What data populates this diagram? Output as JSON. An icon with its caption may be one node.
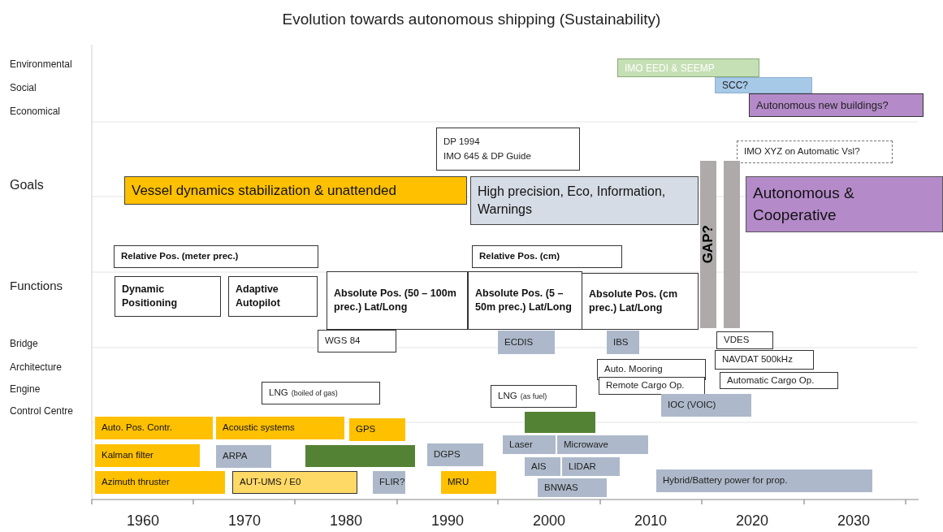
{
  "diagram": {
    "title": "Evolution towards autonomous shipping (Sustainability)",
    "nodes": [
      {
        "text": [
          "IMO EEDI & SEEMP"
        ]
      },
      {
        "text": [
          "SCC?"
        ]
      },
      {
        "text": [
          "Autonomous new buildings?"
        ]
      },
      {
        "text": [
          "DP 1994",
          "IMO 645 & DP Guide"
        ]
      },
      {
        "text": [
          "IMO XYZ on Automatic Vsl?"
        ]
      },
      {
        "text": [
          "Vessel dynamics stabilization & unattended"
        ]
      },
      {
        "text": [
          "High precision, Eco, Information, Warnings"
        ]
      },
      {
        "text": [
          "GAP?"
        ]
      },
      {
        "text": [],
        "shape": "bar"
      },
      {
        "text": [
          "Autonomous & Cooperative"
        ]
      },
      {
        "text": [
          "Relative Pos. (meter prec.)"
        ]
      },
      {
        "text": [
          "Relative Pos. (cm)"
        ]
      },
      {
        "text": [
          "Dynamic Positioning"
        ]
      },
      {
        "text": [
          "Adaptive Autopilot"
        ]
      },
      {
        "text": [
          "Absolute Pos. (50 – 100m prec.) Lat/Long"
        ]
      },
      {
        "text": [
          "Absolute Pos. (5 – 50m prec.) Lat/Long"
        ]
      },
      {
        "text": [
          "Absolute Pos. (cm prec.) Lat/Long"
        ]
      },
      {
        "text": [
          "WGS 84"
        ]
      },
      {
        "text": [
          "ECDIS"
        ]
      },
      {
        "text": [
          "IBS"
        ]
      },
      {
        "text": [
          "VDES"
        ]
      },
      {
        "text": [
          "NAVDAT 500kHz"
        ]
      },
      {
        "text": [
          "Auto. Mooring"
        ]
      },
      {
        "text": [
          "Automatic Cargo Op."
        ]
      },
      {
        "text": [
          "Remote Cargo Op."
        ]
      },
      {
        "text": [
          "LNG",
          "(boiled of gas)"
        ]
      },
      {
        "text": [
          "LNG",
          "(as fuel)"
        ]
      },
      {
        "text": [
          "IOC (VOIC)"
        ]
      },
      {
        "text": [],
        "shape": "box"
      },
      {
        "text": [
          "Auto. Pos. Contr."
        ]
      },
      {
        "text": [
          "Acoustic systems"
        ]
      },
      {
        "text": [
          "GPS"
        ]
      },
      {
        "text": [
          "Kalman filter"
        ]
      },
      {
        "text": [
          "ARPA"
        ]
      },
      {
        "text": [],
        "shape": "box"
      },
      {
        "text": [
          "DGPS"
        ]
      },
      {
        "text": [
          "Laser"
        ]
      },
      {
        "text": [
          "Microwave"
        ]
      },
      {
        "text": [
          "AIS"
        ]
      },
      {
        "text": [
          "LIDAR"
        ]
      },
      {
        "text": [
          "Azimuth thruster"
        ]
      },
      {
        "text": [
          "AUT-UMS / E0"
        ]
      },
      {
        "text": [
          "FLIR?"
        ]
      },
      {
        "text": [
          "MRU"
        ]
      },
      {
        "text": [
          "BNWAS"
        ]
      },
      {
        "text": [
          "Hybrid/Battery power for prop."
        ]
      }
    ],
    "labels": [
      "Environmental",
      "Social",
      "Economical",
      "Goals",
      "Functions",
      "Bridge",
      "Architecture",
      "Engine",
      "Control Centre",
      "1960",
      "1970",
      "1980",
      "1990",
      "2000",
      "2010",
      "2020",
      "2030"
    ]
  }
}
